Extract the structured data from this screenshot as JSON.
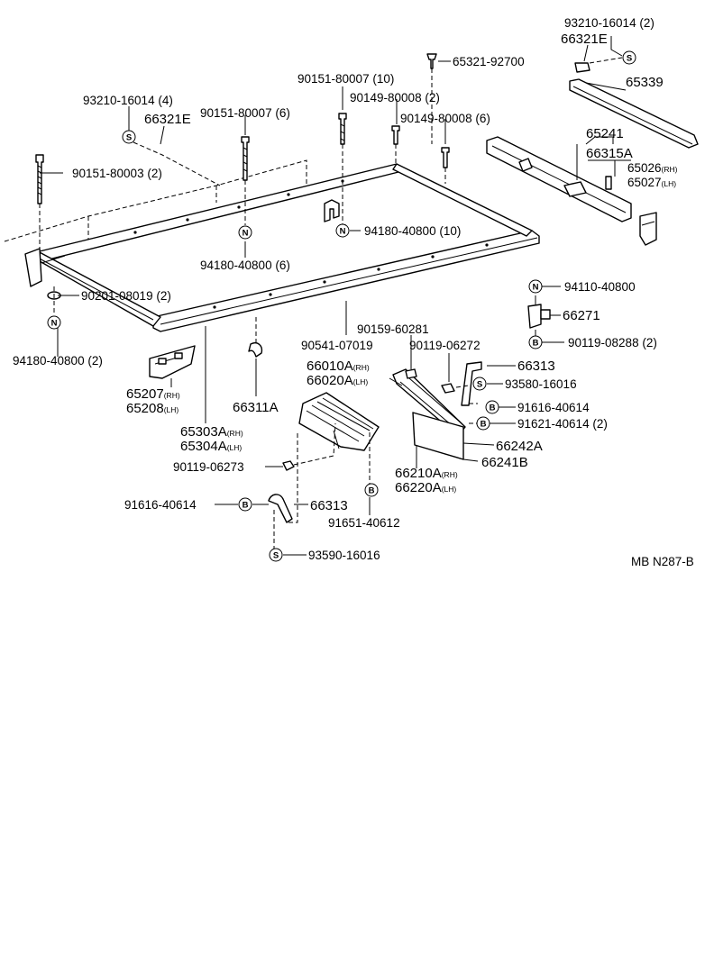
{
  "diagram_id": "MB N287-B",
  "labels": {
    "l1": {
      "text": "93210-16014 (2)"
    },
    "l2": {
      "text": "66321E"
    },
    "l3": {
      "text": "65321-92700"
    },
    "l4": {
      "text": "65339"
    },
    "l5": {
      "text": "90151-80007 (10)"
    },
    "l6": {
      "text": "90149-80008 (2)"
    },
    "l7": {
      "text": "90149-80008 (6)"
    },
    "l8": {
      "text": "93210-16014 (4)"
    },
    "l9": {
      "text": "66321E"
    },
    "l10": {
      "text": "90151-80007 (6)"
    },
    "l11": {
      "text": "65241"
    },
    "l12": {
      "text": "66315A"
    },
    "l13": {
      "text": "65026",
      "suffix": "(RH)"
    },
    "l14": {
      "text": "65027",
      "suffix": "(LH)"
    },
    "l15": {
      "text": "90151-80003 (2)"
    },
    "l16": {
      "text": "94180-40800 (10)"
    },
    "l17": {
      "text": "94180-40800 (6)"
    },
    "l18": {
      "text": "90201-08019 (2)"
    },
    "l19": {
      "text": "94110-40800"
    },
    "l20": {
      "text": "66271"
    },
    "l21": {
      "text": "90119-08288 (2)"
    },
    "l22": {
      "text": "90159-60281"
    },
    "l23": {
      "text": "90541-07019"
    },
    "l24": {
      "text": "90119-06272"
    },
    "l25": {
      "text": "94180-40800 (2)"
    },
    "l26": {
      "text": "66010A",
      "suffix": "(RH)"
    },
    "l27": {
      "text": "66020A",
      "suffix": "(LH)"
    },
    "l28": {
      "text": "66313"
    },
    "l29": {
      "text": "93580-16016"
    },
    "l30": {
      "text": "91616-40614"
    },
    "l31": {
      "text": "91621-40614 (2)"
    },
    "l32": {
      "text": "65207",
      "suffix": "(RH)"
    },
    "l33": {
      "text": "65208",
      "suffix": "(LH)"
    },
    "l34": {
      "text": "66311A"
    },
    "l35": {
      "text": "65303A",
      "suffix": "(RH)"
    },
    "l36": {
      "text": "65304A",
      "suffix": "(LH)"
    },
    "l37": {
      "text": "66242A"
    },
    "l38": {
      "text": "66241B"
    },
    "l39": {
      "text": "66210A",
      "suffix": "(RH)"
    },
    "l40": {
      "text": "66220A",
      "suffix": "(LH)"
    },
    "l41": {
      "text": "90119-06273"
    },
    "l42": {
      "text": "91616-40614"
    },
    "l43": {
      "text": "66313"
    },
    "l44": {
      "text": "91651-40612"
    },
    "l45": {
      "text": "93590-16016"
    }
  },
  "symbols": {
    "s1": "S",
    "s2": "S",
    "s3": "N",
    "s4": "N",
    "s5": "N",
    "s6": "N",
    "s7": "B",
    "s8": "S",
    "s9": "B",
    "s10": "B",
    "s11": "B",
    "s12": "B",
    "s13": "S"
  }
}
